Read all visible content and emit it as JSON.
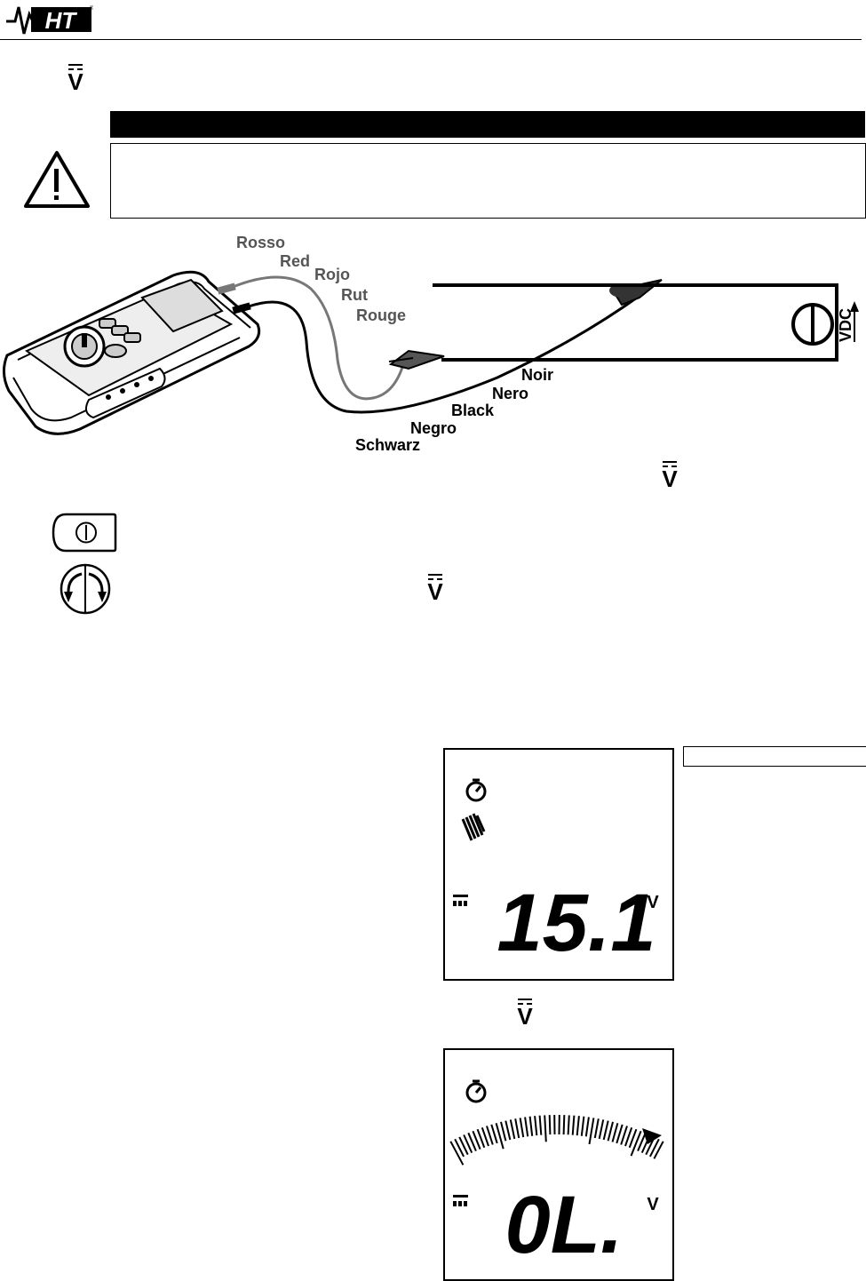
{
  "header": {
    "logo_text": "HT"
  },
  "symbols": {
    "v_letter": "V"
  },
  "diagram": {
    "red_labels": [
      "Rosso",
      "Red",
      "Rojo",
      "Rut",
      "Rouge"
    ],
    "black_labels": [
      "Noir",
      "Nero",
      "Black",
      "Negro",
      "Schwarz"
    ],
    "source_label": "V",
    "source_subscript": "DC"
  },
  "display1": {
    "reading": "15.1",
    "unit": "V"
  },
  "display2": {
    "reading": "0L.",
    "unit": "V"
  }
}
